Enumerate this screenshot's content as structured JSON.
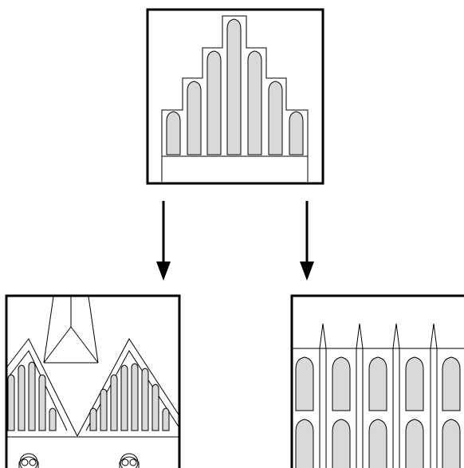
{
  "diagram": {
    "nodes": [
      {
        "id": "source",
        "name": "stepped-lancet-window",
        "lancet_count": 7
      },
      {
        "id": "left-result",
        "name": "gabled-facade-with-tower",
        "gable_count": 2
      },
      {
        "id": "right-result",
        "name": "pinnacled-bay-facade",
        "bay_count": 5,
        "tiers": 2
      }
    ],
    "edges": [
      {
        "from": "source",
        "to": "left-result"
      },
      {
        "from": "source",
        "to": "right-result"
      }
    ],
    "colors": {
      "line": "#000000",
      "background": "#ffffff",
      "glass_fill": "#d9d9d9"
    }
  }
}
